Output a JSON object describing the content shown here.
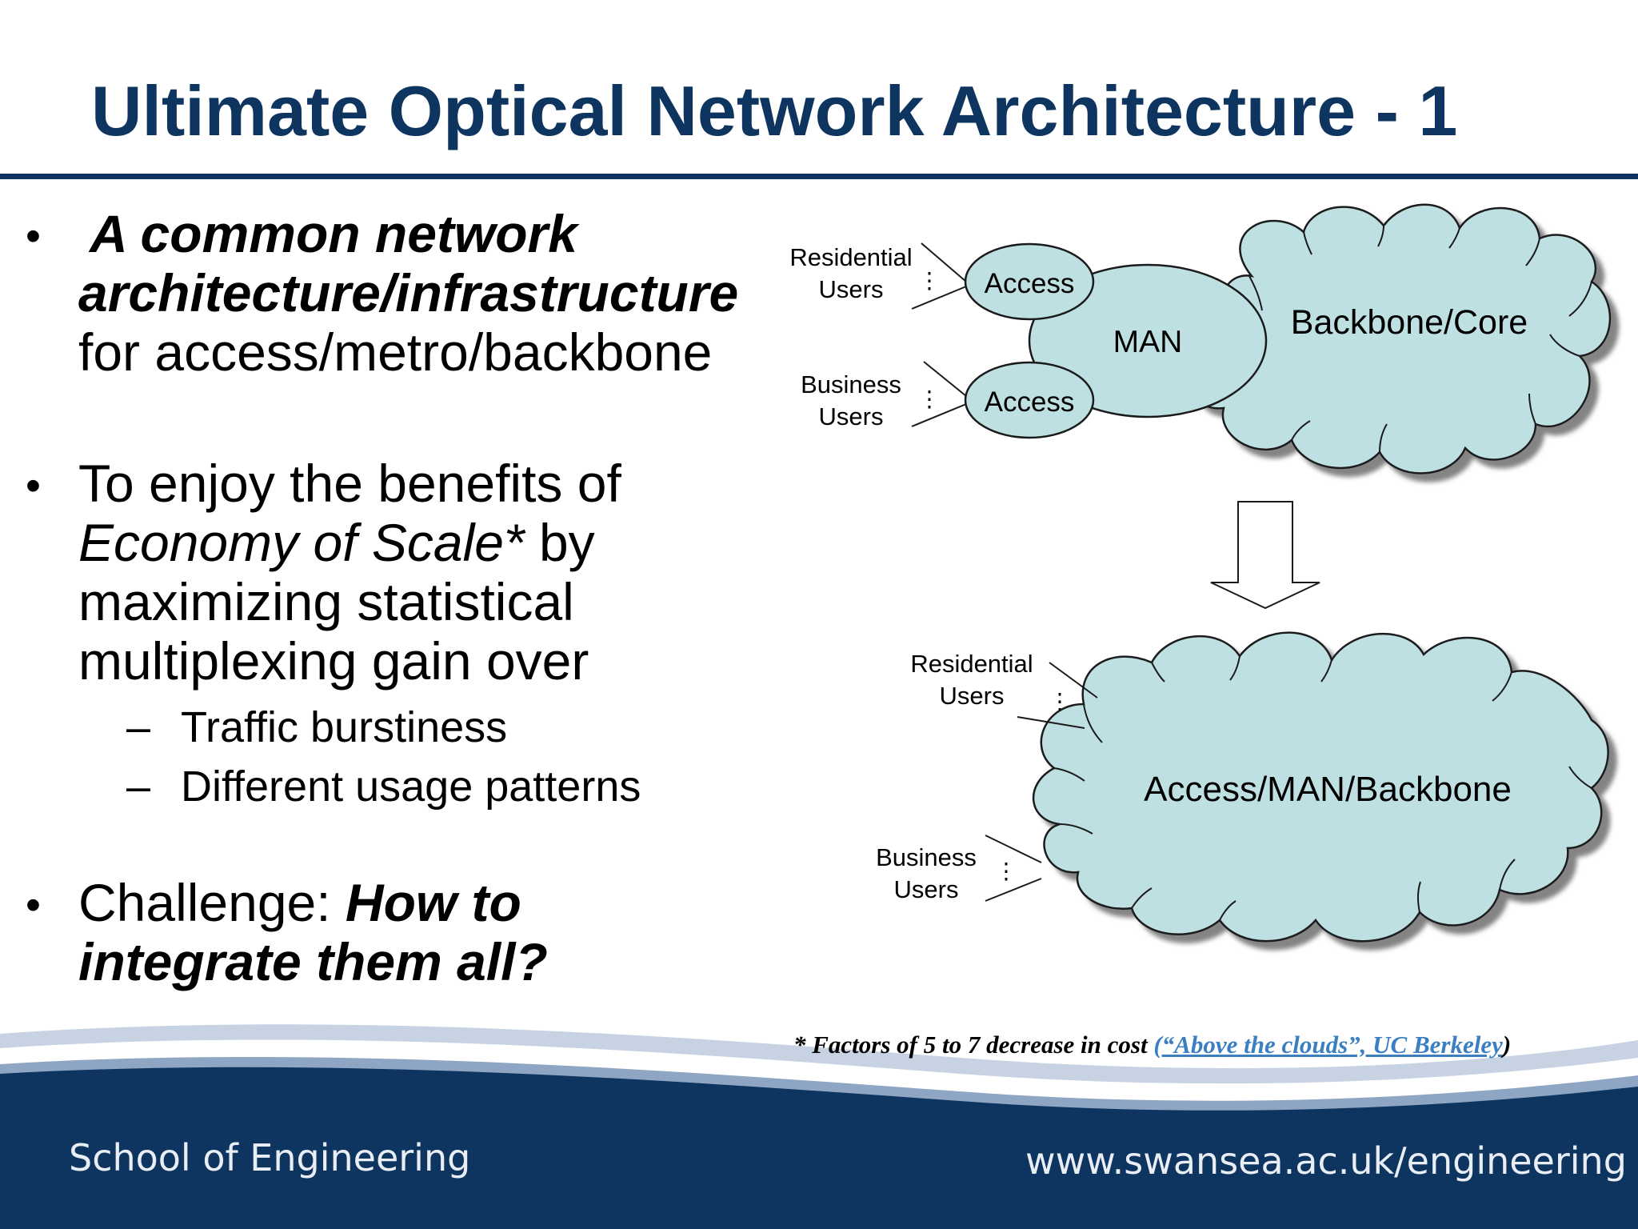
{
  "slide": {
    "title": "Ultimate Optical Network Architecture - 1"
  },
  "bullets": {
    "b1": {
      "dot": "•",
      "line1": "A common network",
      "line2": "architecture/infrastructure",
      "line3": "for access/metro/backbone"
    },
    "b2": {
      "dot": "•",
      "line1": "To enjoy the benefits of",
      "line2_italic": "Economy of Scale*",
      "line2_rest": " by",
      "line3": "maximizing statistical",
      "line4": "multiplexing gain over",
      "subs": [
        {
          "dash": "–",
          "text": "Traffic burstiness"
        },
        {
          "dash": "–",
          "text": "Different usage patterns"
        }
      ]
    },
    "b3": {
      "dot": "•",
      "prefix": "Challenge: ",
      "bold_italic1": "How to",
      "line2": "integrate them all?"
    }
  },
  "diagram": {
    "top": {
      "residential_1": "Residential",
      "residential_2": "Users",
      "business_1": "Business",
      "business_2": "Users",
      "access_top": "Access",
      "access_bottom": "Access",
      "man": "MAN",
      "backbone": "Backbone/Core",
      "ellipsis": "⋮"
    },
    "bottom": {
      "residential_1": "Residential",
      "residential_2": "Users",
      "business_1": "Business",
      "business_2": "Users",
      "unified": "Access/MAN/Backbone",
      "ellipsis": "⋮"
    }
  },
  "footnote": {
    "text": "* Factors of 5 to 7 decrease in cost ",
    "link_text": "(“Above the clouds”, UC Berkeley",
    "close": ")"
  },
  "footer": {
    "school": "School of Engineering",
    "url": "www.swansea.ac.uk/engineering"
  },
  "colors": {
    "title": "#0e3460",
    "footer_band": "#0e3460",
    "cloud_fill": "#bfe0e3",
    "link": "#3a7fc1"
  }
}
